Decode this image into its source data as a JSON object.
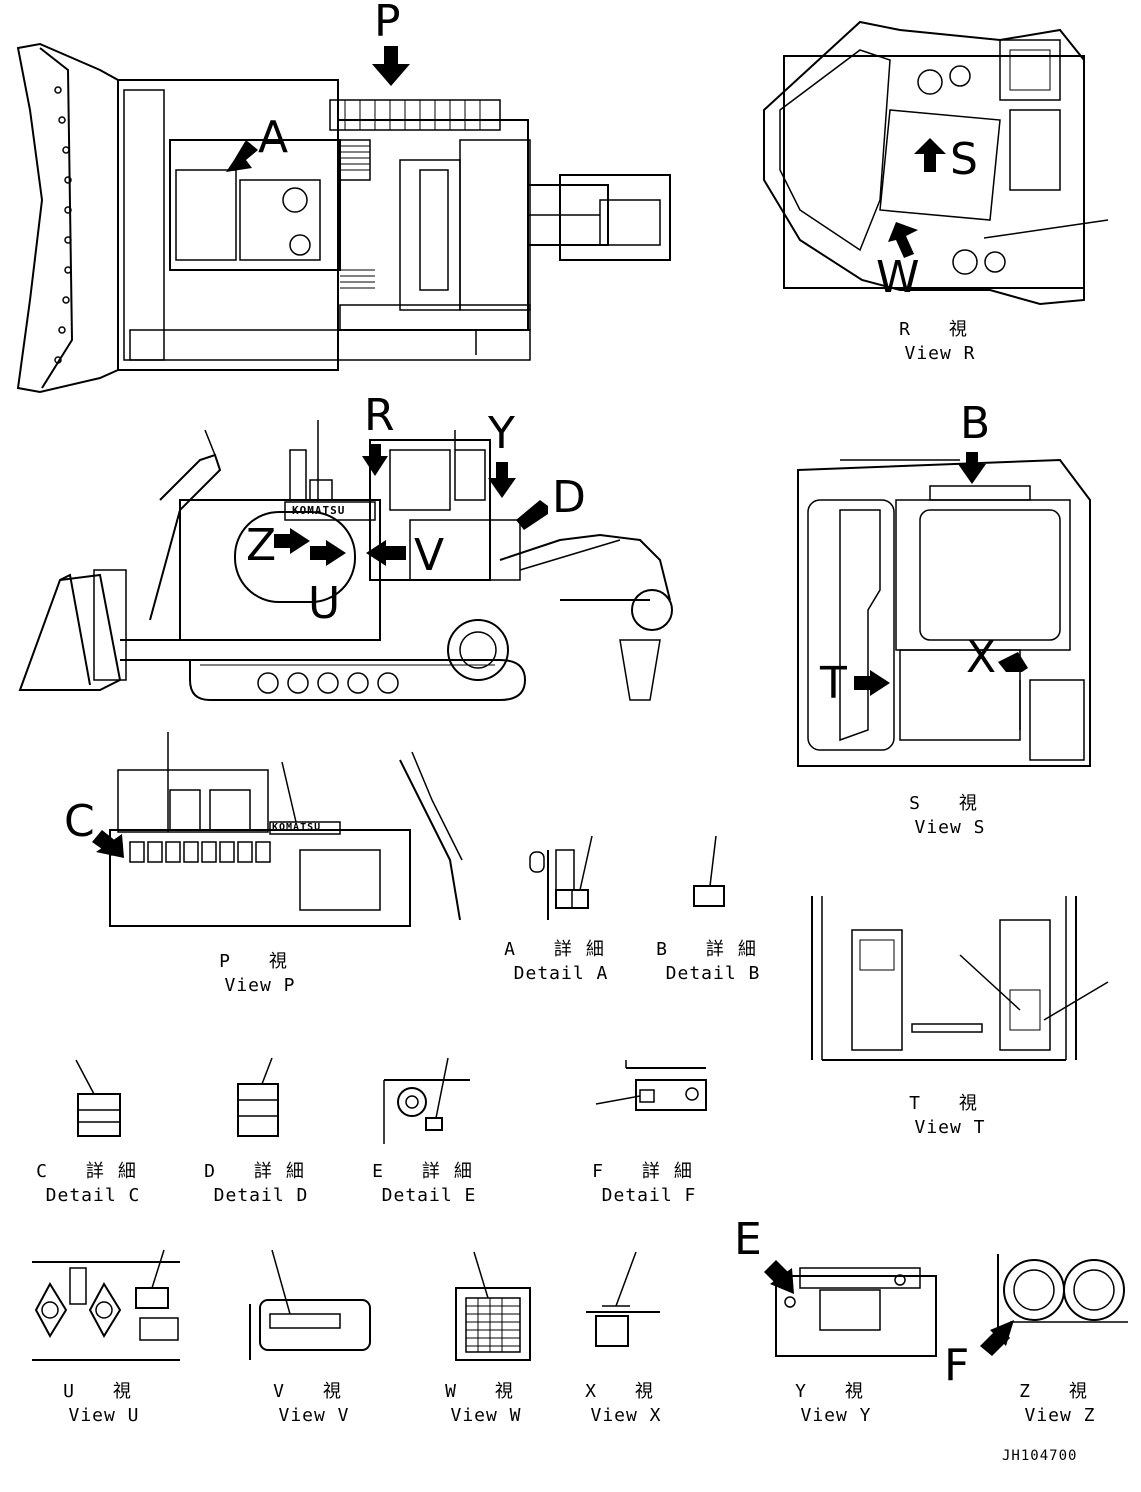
{
  "document_code": "JH104700",
  "callout_letters": {
    "p": "P",
    "a": "A",
    "s": "S",
    "w": "W",
    "r": "R",
    "y": "Y",
    "d": "D",
    "b": "B",
    "z": "Z",
    "u": "U",
    "v": "V",
    "t": "T",
    "x": "X",
    "c": "C",
    "e": "E",
    "f": "F"
  },
  "captions": {
    "view_r": {
      "jp": "R 視",
      "en": "View R"
    },
    "view_s": {
      "jp": "S 視",
      "en": "View S"
    },
    "view_p": {
      "jp": "P 視",
      "en": "View P"
    },
    "detail_a": {
      "jp": "A 詳細",
      "en": "Detail A"
    },
    "detail_b": {
      "jp": "B 詳細",
      "en": "Detail B"
    },
    "view_t": {
      "jp": "T 視",
      "en": "View T"
    },
    "detail_c": {
      "jp": "C 詳細",
      "en": "Detail C"
    },
    "detail_d": {
      "jp": "D 詳細",
      "en": "Detail D"
    },
    "detail_e": {
      "jp": "E 詳細",
      "en": "Detail E"
    },
    "detail_f": {
      "jp": "F 詳細",
      "en": "Detail F"
    },
    "view_u": {
      "jp": "U 視",
      "en": "View U"
    },
    "view_v": {
      "jp": "V 視",
      "en": "View V"
    },
    "view_w": {
      "jp": "W 視",
      "en": "View W"
    },
    "view_x": {
      "jp": "X 視",
      "en": "View X"
    },
    "view_y": {
      "jp": "Y 視",
      "en": "View Y"
    },
    "view_z": {
      "jp": "Z 視",
      "en": "View Z"
    }
  },
  "brand_plate": "KOMATSU",
  "colors": {
    "ink": "#000000",
    "paper": "#ffffff"
  }
}
